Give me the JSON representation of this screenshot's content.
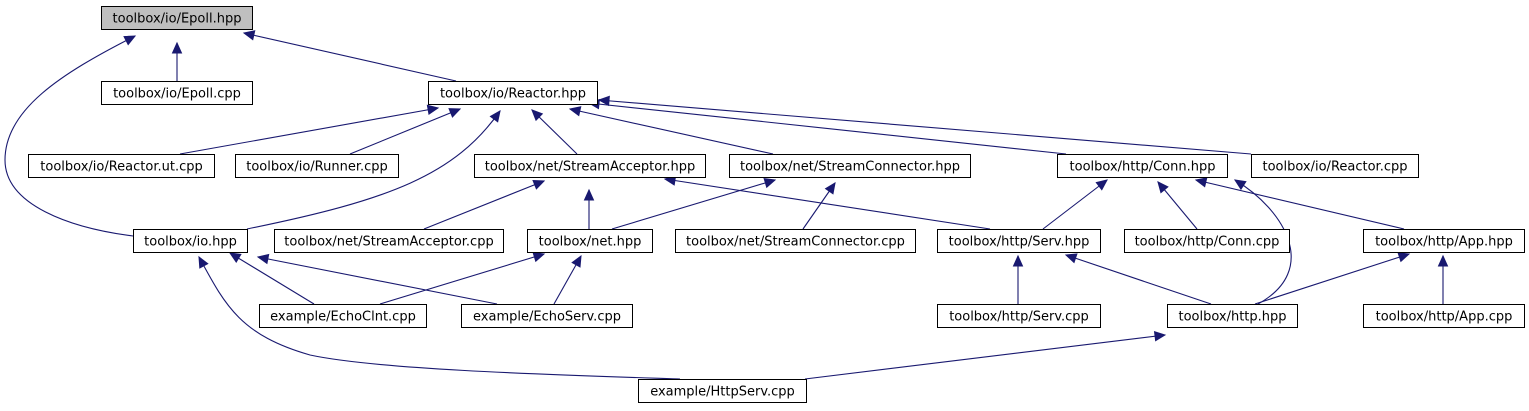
{
  "nodes": {
    "epoll_hpp": "toolbox/io/Epoll.hpp",
    "epoll_cpp": "toolbox/io/Epoll.cpp",
    "reactor_hpp": "toolbox/io/Reactor.hpp",
    "reactor_ut_cpp": "toolbox/io/Reactor.ut.cpp",
    "runner_cpp": "toolbox/io/Runner.cpp",
    "stream_acceptor_hpp": "toolbox/net/StreamAcceptor.hpp",
    "stream_connector_hpp": "toolbox/net/StreamConnector.hpp",
    "conn_hpp": "toolbox/http/Conn.hpp",
    "reactor_cpp": "toolbox/io/Reactor.cpp",
    "io_hpp": "toolbox/io.hpp",
    "stream_acceptor_cpp": "toolbox/net/StreamAcceptor.cpp",
    "net_hpp": "toolbox/net.hpp",
    "stream_connector_cpp": "toolbox/net/StreamConnector.cpp",
    "serv_hpp": "toolbox/http/Serv.hpp",
    "conn_cpp": "toolbox/http/Conn.cpp",
    "app_hpp": "toolbox/http/App.hpp",
    "echo_clnt_cpp": "example/EchoClnt.cpp",
    "echo_serv_cpp": "example/EchoServ.cpp",
    "serv_cpp": "toolbox/http/Serv.cpp",
    "http_hpp": "toolbox/http.hpp",
    "app_cpp": "toolbox/http/App.cpp",
    "http_serv_cpp": "example/HttpServ.cpp"
  },
  "colors": {
    "edge": "#191970",
    "root_fill": "#bfbfbf",
    "node_fill": "#ffffff"
  }
}
